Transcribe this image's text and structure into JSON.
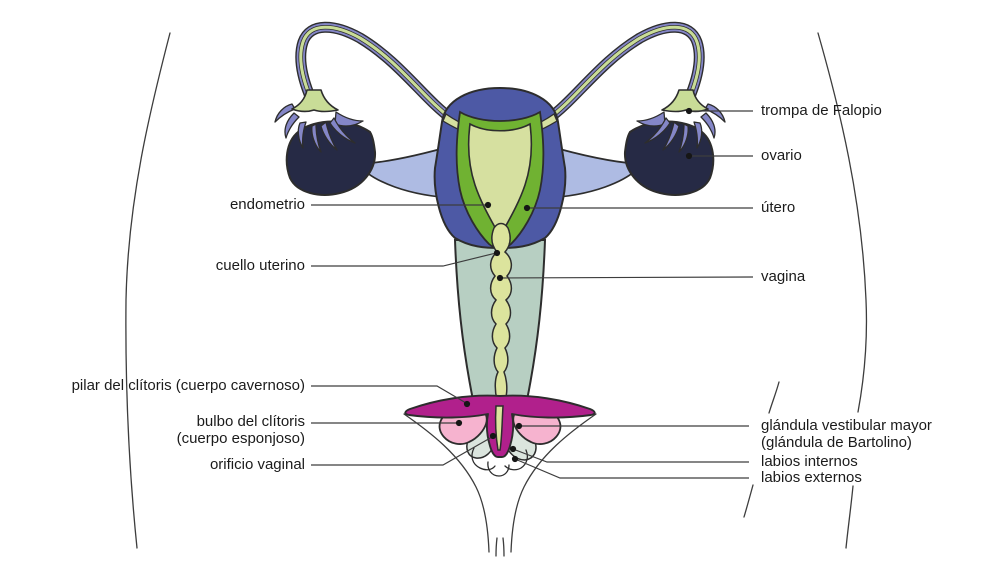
{
  "figure": {
    "subject": "female reproductive system diagram, frontal view, Spanish labels"
  },
  "labels": {
    "right": [
      {
        "id": "trompa-de-falopio",
        "text": "trompa de Falopio"
      },
      {
        "id": "ovario",
        "text": "ovario"
      },
      {
        "id": "utero",
        "text": "útero"
      },
      {
        "id": "vagina",
        "text": "vagina"
      },
      {
        "id": "glandula-vestibular-mayor",
        "text": "glándula vestibular mayor\n(glándula de Bartolino)"
      },
      {
        "id": "labios-internos",
        "text": "labios internos"
      },
      {
        "id": "labios-externos",
        "text": "labios externos"
      }
    ],
    "left": [
      {
        "id": "endometrio",
        "text": "endometrio"
      },
      {
        "id": "cuello-uterino",
        "text": "cuello uterino"
      },
      {
        "id": "pilar-del-clitoris",
        "text": "pilar del clítoris (cuerpo cavernoso)"
      },
      {
        "id": "bulbo-del-clitoris",
        "text": "bulbo del clítoris\n(cuerpo esponjoso)"
      },
      {
        "id": "orificio-vaginal",
        "text": "orificio vaginal"
      }
    ]
  },
  "colors": {
    "background": "#ffffff",
    "text": "#1b1b1b",
    "outline": "#2d2d2d",
    "line": "#3d3d3d",
    "uterus-blue": "#4d59a5",
    "endometrium-green": "#70b232",
    "cavity-pale": "#d6e0a0",
    "tube-purple": "#8486c7",
    "tube-green": "#c9dc97",
    "ligament-blue": "#aebbe3",
    "ovary-navy": "#262a45",
    "vagina-sage": "#b7cfc2",
    "canal-green": "#dce49d",
    "crura-magenta": "#b1208c",
    "bulb-pink": "#f6b3cf",
    "gland-grey": "#dbe5de"
  }
}
